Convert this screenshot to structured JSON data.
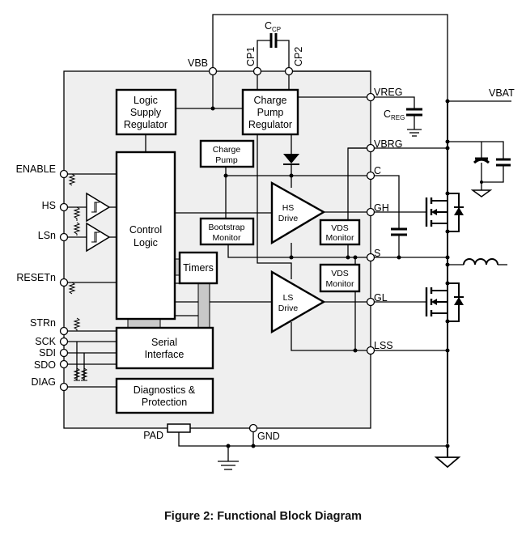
{
  "caption": "Figure 2: Functional Block Diagram",
  "colors": {
    "chip_fill": "#efefef",
    "bus_fill": "#c8c8c8",
    "line": "#000000",
    "background": "#ffffff"
  },
  "blocks": {
    "logic_supply": [
      "Logic",
      "Supply",
      "Regulator"
    ],
    "charge_pump_regulator": [
      "Charge",
      "Pump",
      "Regulator"
    ],
    "charge_pump": [
      "Charge",
      "Pump"
    ],
    "control_logic": [
      "Control",
      "Logic"
    ],
    "bootstrap_monitor": [
      "Bootstrap",
      "Monitor"
    ],
    "timers": "Timers",
    "hs_drive": [
      "HS",
      "Drive"
    ],
    "ls_drive": [
      "LS",
      "Drive"
    ],
    "vds_monitor_high": [
      "VDS",
      "Monitor"
    ],
    "vds_monitor_low": [
      "VDS",
      "Monitor"
    ],
    "serial_interface": [
      "Serial",
      "Interface"
    ],
    "diagnostics": [
      "Diagnostics &",
      "Protection"
    ]
  },
  "pins": {
    "left": [
      "ENABLE",
      "HS",
      "LSn",
      "RESETn",
      "STRn",
      "SCK",
      "SDI",
      "SDO",
      "DIAG"
    ],
    "top": [
      "VBB",
      "CP1",
      "CP2"
    ],
    "right": [
      "VREG",
      "VBRG",
      "C",
      "GH",
      "S",
      "GL",
      "LSS"
    ],
    "bottom": [
      "PAD",
      "GND"
    ]
  },
  "external": {
    "vbat": "VBAT",
    "ccp": {
      "main": "C",
      "sub": "CP"
    },
    "creg": {
      "main": "C",
      "sub": "REG"
    }
  }
}
